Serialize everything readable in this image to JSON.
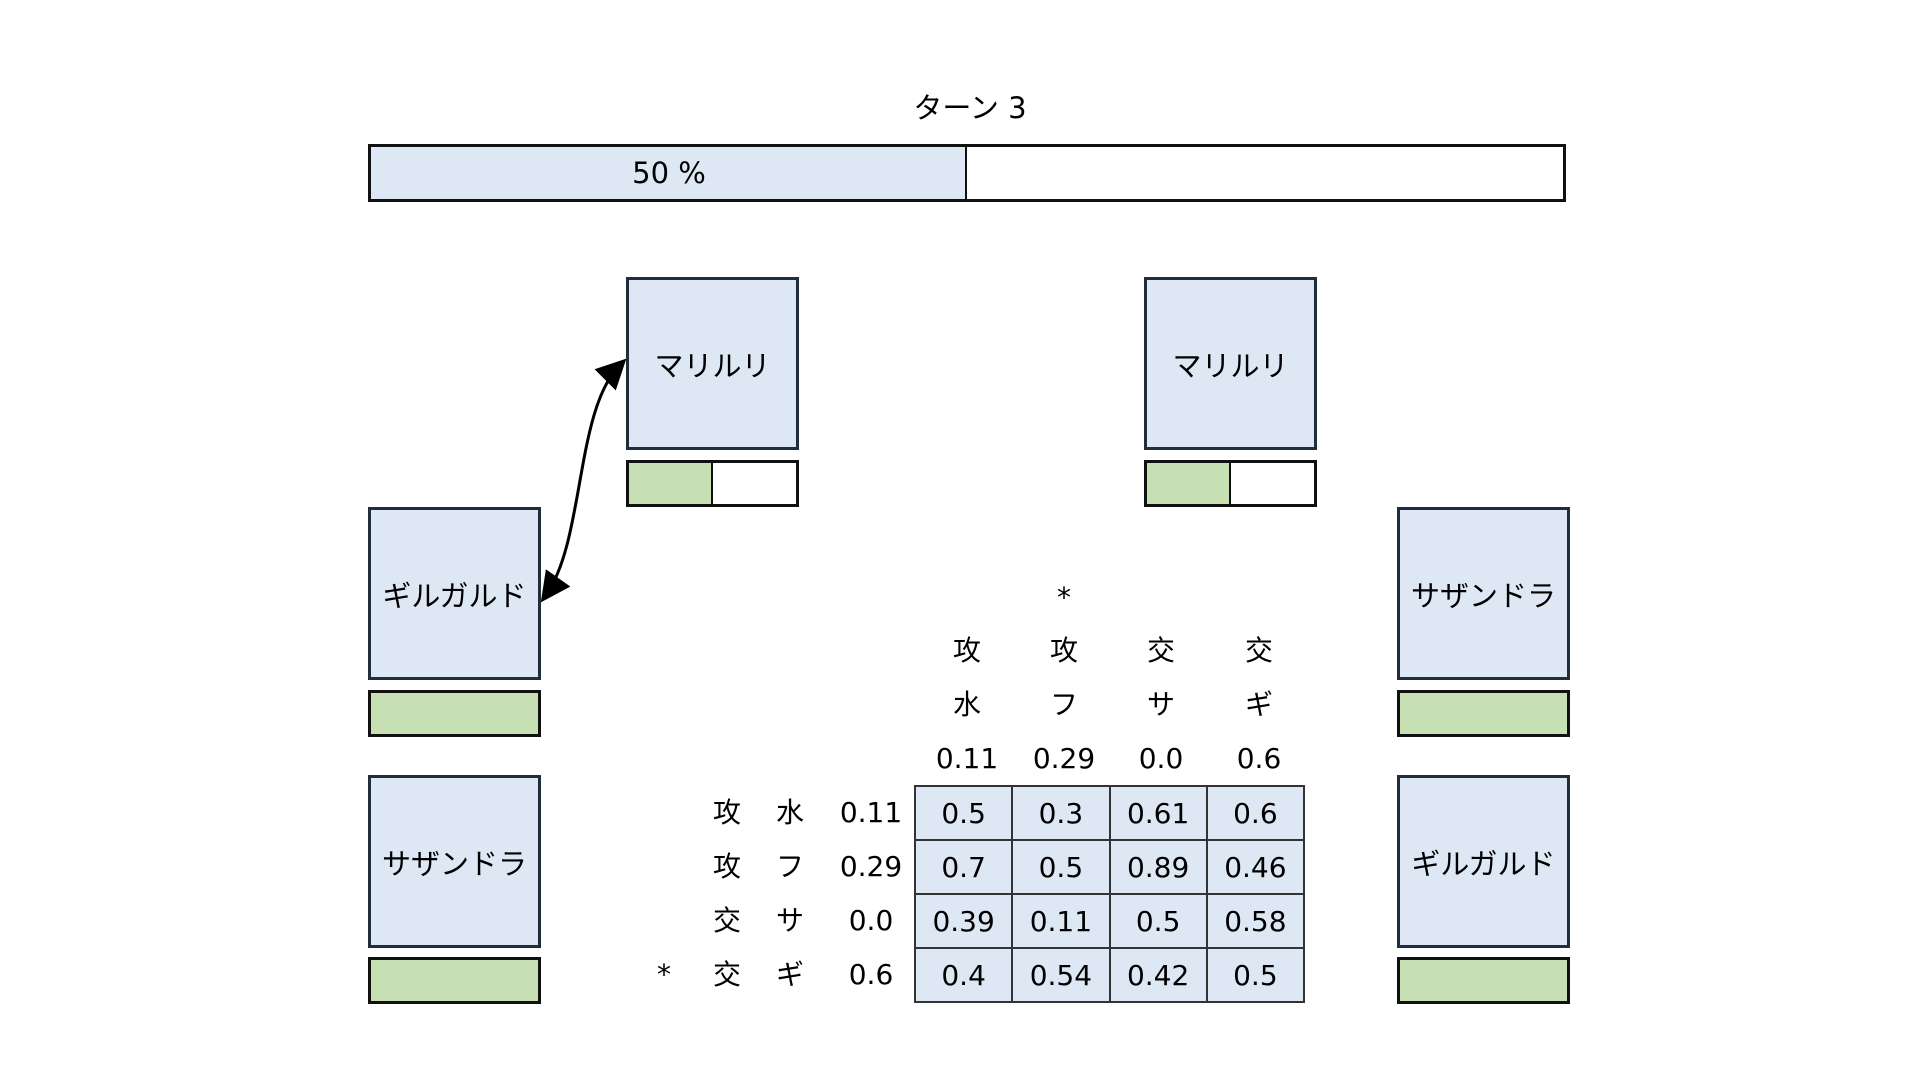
{
  "header": {
    "turn_label": "ターン 3"
  },
  "progress": {
    "value": 0.5,
    "label": "50 %"
  },
  "top_row": [
    {
      "name": "マリルリ",
      "hp": 0.5
    },
    {
      "name": "マリルリ",
      "hp": 0.5
    }
  ],
  "left_team": [
    {
      "name": "ギルガルド",
      "hp": 1.0
    },
    {
      "name": "サザンドラ",
      "hp": 1.0
    }
  ],
  "right_team": [
    {
      "name": "サザンドラ",
      "hp": 1.0
    },
    {
      "name": "ギルガルド",
      "hp": 1.0
    }
  ],
  "matrix": {
    "column_marker": "*",
    "columns": [
      {
        "marker": "",
        "action": "攻",
        "target": "水",
        "prob": "0.11"
      },
      {
        "marker": "*",
        "action": "攻",
        "target": "フ",
        "prob": "0.29"
      },
      {
        "marker": "",
        "action": "交",
        "target": "サ",
        "prob": "0.0"
      },
      {
        "marker": "",
        "action": "交",
        "target": "ギ",
        "prob": "0.6"
      }
    ],
    "rows": [
      {
        "marker": "",
        "action": "攻",
        "target": "水",
        "prob": "0.11",
        "cells": [
          "0.5",
          "0.3",
          "0.61",
          "0.6"
        ]
      },
      {
        "marker": "",
        "action": "攻",
        "target": "フ",
        "prob": "0.29",
        "cells": [
          "0.7",
          "0.5",
          "0.89",
          "0.46"
        ]
      },
      {
        "marker": "",
        "action": "交",
        "target": "サ",
        "prob": "0.0",
        "cells": [
          "0.39",
          "0.11",
          "0.5",
          "0.58"
        ]
      },
      {
        "marker": "*",
        "action": "交",
        "target": "ギ",
        "prob": "0.6",
        "cells": [
          "0.4",
          "0.54",
          "0.42",
          "0.5"
        ]
      }
    ]
  }
}
